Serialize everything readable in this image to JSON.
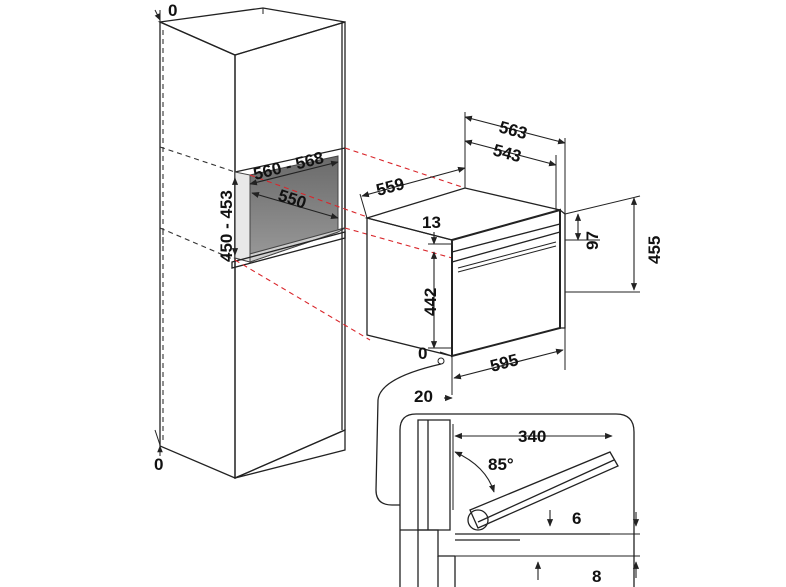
{
  "dimensions": {
    "top_gap": "0",
    "bottom_gap": "0",
    "niche_depth_range": "560 - 568",
    "niche_height_range": "450 - 453",
    "niche_inner_depth": "550",
    "oven_side_depth": "559",
    "overall_depth": "563",
    "body_depth": "543",
    "top_offset": "13",
    "front_height_top": "97",
    "overall_height": "455",
    "body_height": "442",
    "bottom_offset": "0",
    "overall_width": "595",
    "front_offset": "20",
    "door_length": "340",
    "door_angle": "85°",
    "door_gap": "6",
    "base_gap": "8"
  }
}
